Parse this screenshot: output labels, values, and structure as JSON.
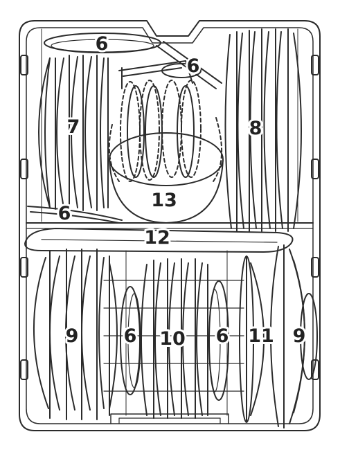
{
  "diagram": {
    "kind": "dishwasher-basket-loading",
    "colors": {
      "line": "#2b2b2b",
      "background": "#ffffff",
      "label": "#222222"
    },
    "upper_basket": {
      "labels": {
        "top_left_saucer": "6",
        "top_right_saucer": "6",
        "left_plates": "7",
        "right_plates": "8",
        "bottom_left_saucer": "6",
        "bowl": "13",
        "tray": "12"
      }
    },
    "lower_basket": {
      "labels": {
        "left_plates": "9",
        "small_saucer": "6",
        "center_plates": "10",
        "right_saucer": "6",
        "pot_lid": "11",
        "right_plates": "9"
      }
    }
  }
}
